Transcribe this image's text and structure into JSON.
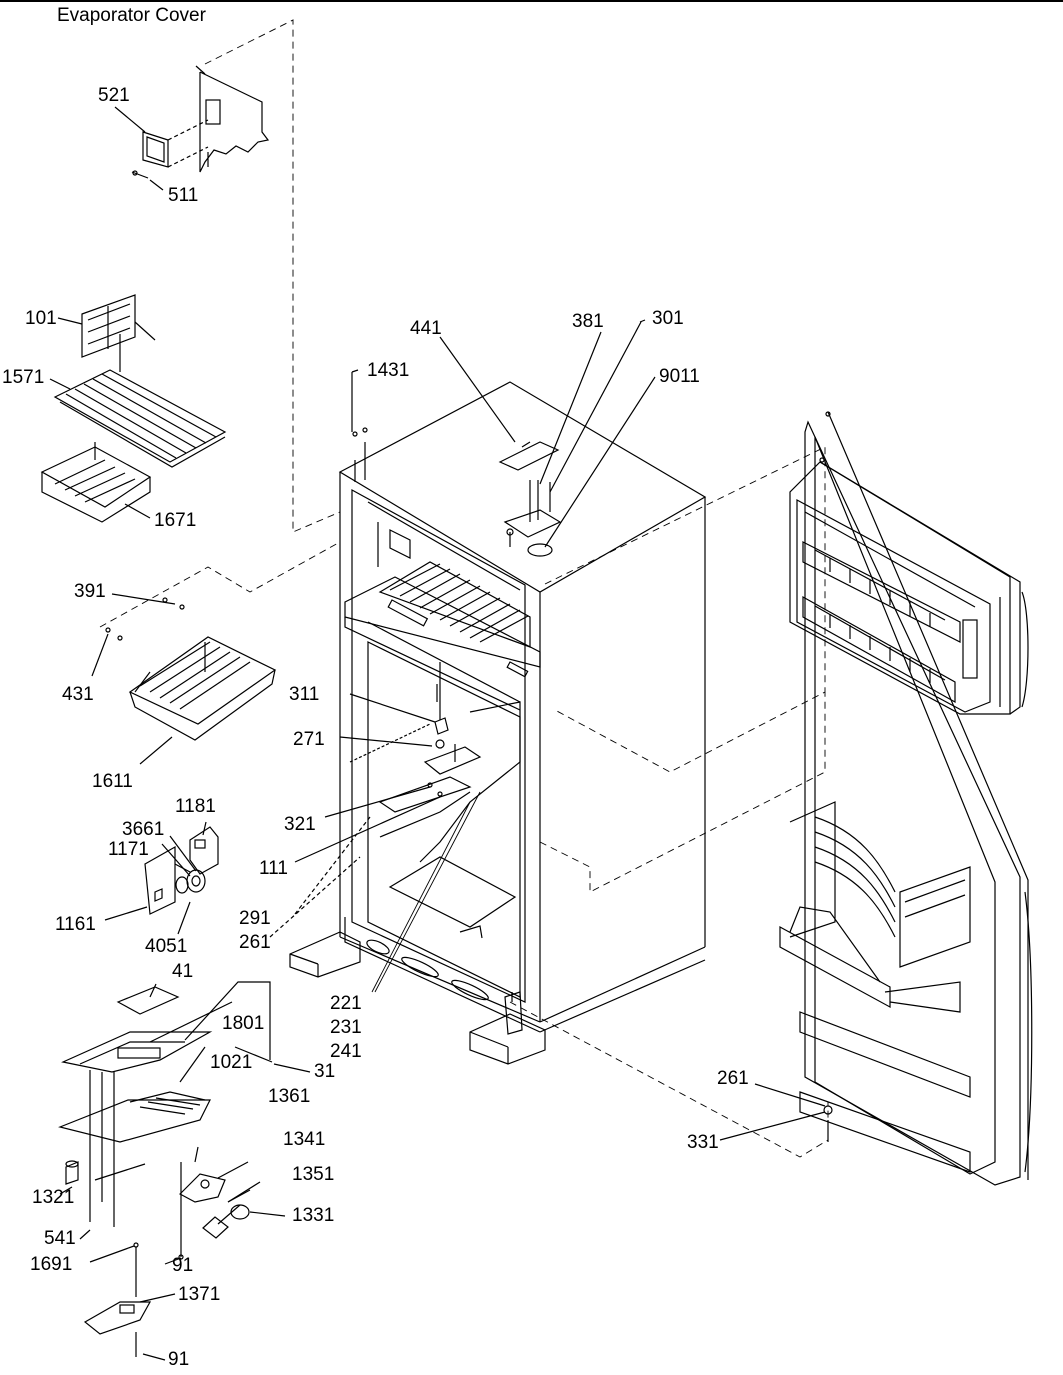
{
  "title": "Evaporator Cover",
  "callouts": {
    "c521": "521",
    "c511": "511",
    "c101": "101",
    "c1571": "1571",
    "c1671": "1671",
    "c391": "391",
    "c431": "431",
    "c1611": "1611",
    "c1181": "1181",
    "c3661": "3661",
    "c1171": "1171",
    "c1161": "1161",
    "c4051": "4051",
    "c41": "41",
    "c1801": "1801",
    "c1021": "1021",
    "c31": "31",
    "c1361": "1361",
    "c1341": "1341",
    "c1351": "1351",
    "c1331": "1331",
    "c1321": "1321",
    "c541": "541",
    "c1691": "1691",
    "c91a": "91",
    "c1371": "1371",
    "c91b": "91",
    "c1431": "1431",
    "c441": "441",
    "c381": "381",
    "c301": "301",
    "c9011": "9011",
    "c311": "311",
    "c271": "271",
    "c321": "321",
    "c111": "111",
    "c291": "291",
    "c261a": "261",
    "c221": "221",
    "c231": "231",
    "c241": "241",
    "c261b": "261",
    "c331": "331"
  }
}
